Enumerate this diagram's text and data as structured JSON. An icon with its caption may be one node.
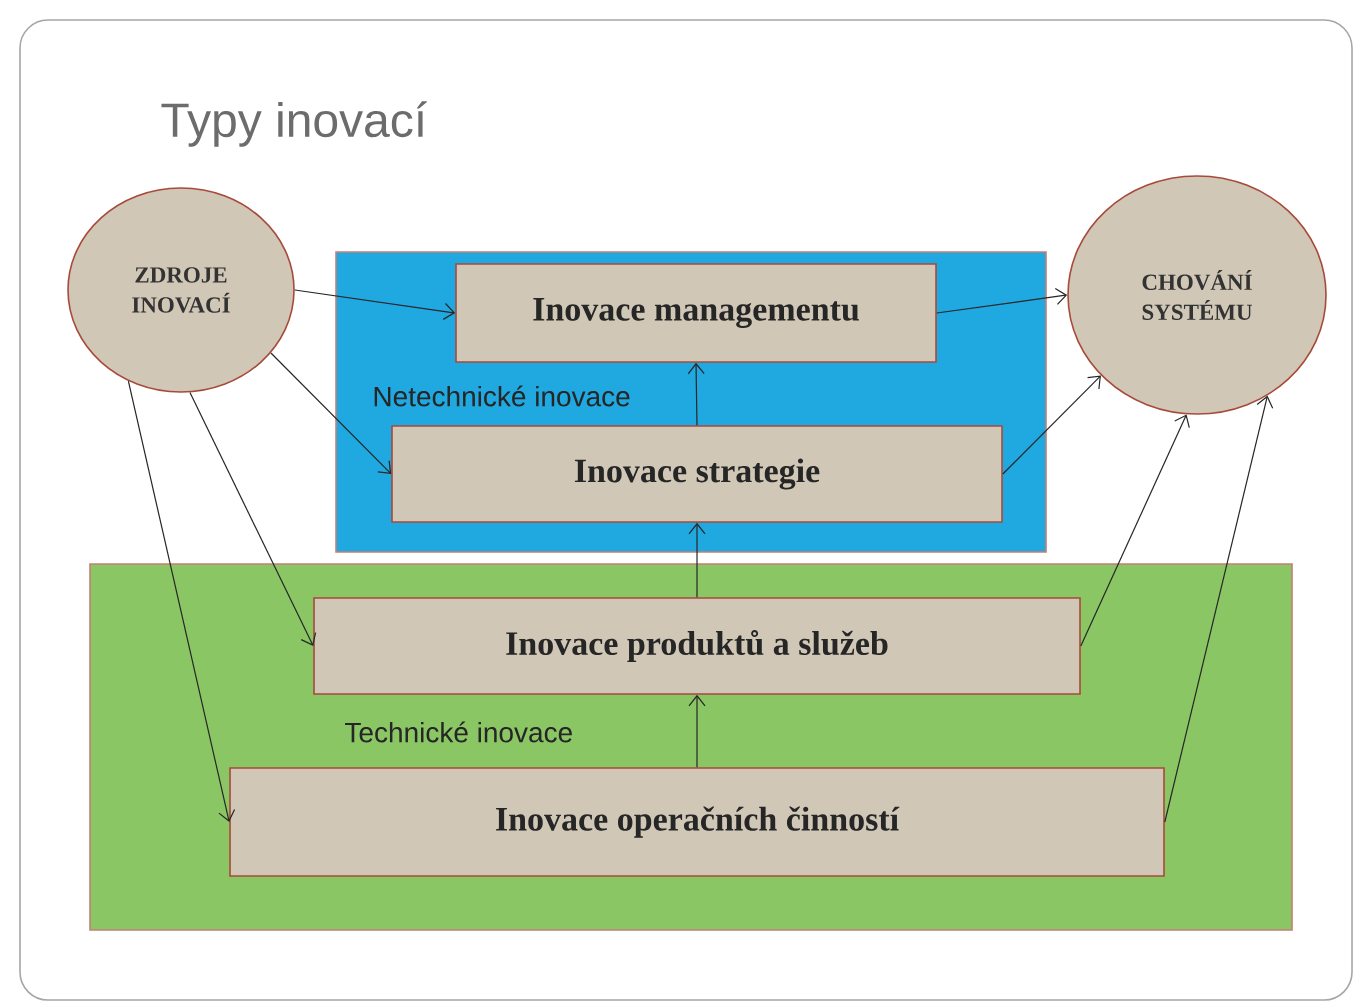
{
  "diagram": {
    "title": "Typy inovací",
    "nodes": [
      {
        "text": [
          "ZDROJE INOVACÍ"
        ]
      },
      {
        "text": [
          "Netechnické inovace"
        ]
      },
      {
        "text": [
          "Inovace managementu"
        ],
        "in": 1
      },
      {
        "text": [
          "Inovace strategie"
        ],
        "in": 1
      },
      {
        "text": [
          "Technické inovace"
        ]
      },
      {
        "text": [
          "Inovace produktů a služeb"
        ],
        "in": 4
      },
      {
        "text": [
          "Inovace operačních činností"
        ],
        "in": 4
      },
      {
        "text": [
          "CHOVÁNÍ SYSTÉMU"
        ]
      }
    ],
    "edges": [
      {
        "from": 0,
        "to": 2,
        "arrow": "to"
      },
      {
        "from": 0,
        "to": 3,
        "arrow": "to"
      },
      {
        "from": 0,
        "to": 5,
        "arrow": "to"
      },
      {
        "from": 0,
        "to": 6,
        "arrow": "to"
      },
      {
        "from": 3,
        "to": 2,
        "arrow": "to"
      },
      {
        "from": 5,
        "to": 3,
        "arrow": "to"
      },
      {
        "from": 6,
        "to": 5,
        "arrow": "to"
      },
      {
        "from": 2,
        "to": 7,
        "arrow": "to"
      },
      {
        "from": 3,
        "to": 7,
        "arrow": "to"
      },
      {
        "from": 5,
        "to": 7,
        "arrow": "to"
      },
      {
        "from": 6,
        "to": 7,
        "arrow": "to"
      }
    ]
  }
}
